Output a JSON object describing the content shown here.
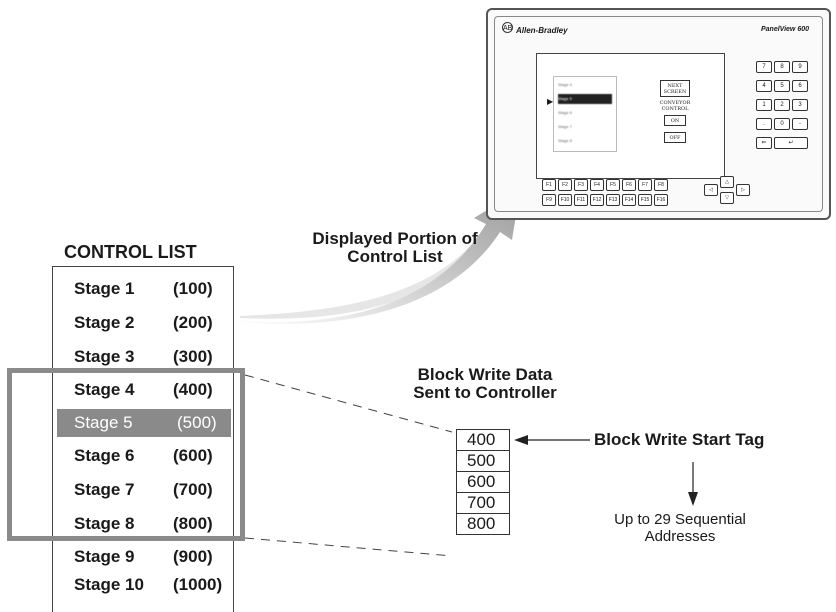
{
  "control_list": {
    "title": "CONTROL LIST",
    "rows": [
      {
        "name": "Stage 1",
        "value": "(100)"
      },
      {
        "name": "Stage 2",
        "value": "(200)"
      },
      {
        "name": "Stage 3",
        "value": "(300)"
      },
      {
        "name": "Stage 4",
        "value": "(400)"
      },
      {
        "name": "Stage 5",
        "value": "(500)"
      },
      {
        "name": "Stage 6",
        "value": "(600)"
      },
      {
        "name": "Stage 7",
        "value": "(700)"
      },
      {
        "name": "Stage 8",
        "value": "(800)"
      },
      {
        "name": "Stage 9",
        "value": "(900)"
      },
      {
        "name": "Stage 10",
        "value": "(1000)"
      }
    ],
    "highlighted_row": "Stage 5"
  },
  "displayed_portion_label": "Displayed Portion of Control List",
  "block_write": {
    "title": "Block Write Data Sent to Controller",
    "values": [
      "400",
      "500",
      "600",
      "700",
      "800"
    ],
    "start_tag_label": "Block Write Start Tag",
    "sequential_label": "Up to 29 Sequential Addresses"
  },
  "terminal": {
    "brand": "Allen-Bradley",
    "model": "PanelView 600",
    "screen_buttons": {
      "next_screen": "NEXT SCREEN",
      "conveyor_control": "CONVEYOR CONTROL",
      "on": "ON",
      "off": "OFF"
    },
    "keypad": [
      "7",
      "8",
      "9",
      "4",
      "5",
      "6",
      "1",
      "2",
      "3",
      ".",
      "0",
      "-"
    ],
    "function_keys_row1": [
      "F1",
      "F2",
      "F3",
      "F4",
      "F5",
      "F6",
      "F7",
      "F8"
    ],
    "function_keys_row2": [
      "F9",
      "F10",
      "F11",
      "F12",
      "F13",
      "F14",
      "F15",
      "F16"
    ]
  },
  "colors": {
    "highlight": "#8a8a8a",
    "arrow": "#a9a9a9"
  }
}
